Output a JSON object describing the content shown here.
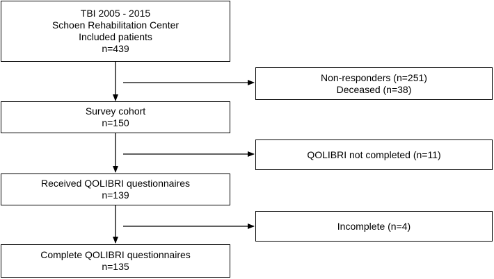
{
  "main_boxes": [
    {
      "lines": [
        "TBI 2005 - 2015",
        "Schoen Rehabilitation Center",
        "Included patients",
        "n=439"
      ]
    },
    {
      "lines": [
        "Survey cohort",
        "n=150"
      ]
    },
    {
      "lines": [
        "Received QOLIBRI questionnaires",
        "n=139"
      ]
    },
    {
      "lines": [
        "Complete QOLIBRI questionnaires",
        "n=135"
      ]
    }
  ],
  "side_boxes": [
    {
      "lines": [
        "Non-responders (n=251)",
        "Deceased (n=38)"
      ]
    },
    {
      "lines": [
        "QOLIBRI not completed (n=11)"
      ]
    },
    {
      "lines": [
        "Incomplete (n=4)"
      ]
    }
  ]
}
